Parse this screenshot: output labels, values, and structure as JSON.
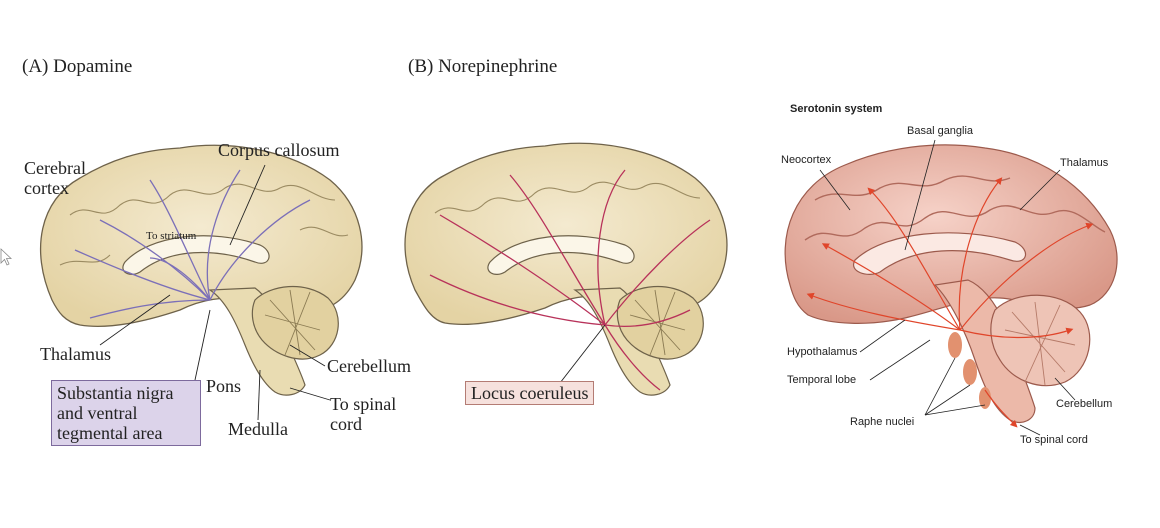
{
  "panel_a": {
    "title": "(A)  Dopamine",
    "labels": {
      "cerebral_cortex": "Cerebral cortex",
      "corpus_callosum": "Corpus callosum",
      "to_striatum": "To striatum",
      "thalamus": "Thalamus",
      "substantia_nigra": "Substantia nigra and ventral tegmental area",
      "pons": "Pons",
      "medulla": "Medulla",
      "cerebellum": "Cerebellum",
      "to_spinal_cord": "To spinal cord"
    },
    "pathway_color": "#7b6fb8",
    "box_color": "#dcd3ea"
  },
  "panel_b": {
    "title": "(B)  Norepinephrine",
    "labels": {
      "locus_coeruleus": "Locus coeruleus"
    },
    "pathway_color": "#b8325a",
    "box_color": "#f6e1dd"
  },
  "panel_c": {
    "title": "Serotonin system",
    "labels": {
      "basal_ganglia": "Basal ganglia",
      "neocortex": "Neocortex",
      "thalamus": "Thalamus",
      "hypothalamus": "Hypothalamus",
      "temporal_lobe": "Temporal lobe",
      "raphe_nuclei": "Raphe nuclei",
      "cerebellum": "Cerebellum",
      "to_spinal_cord": "To spinal cord"
    },
    "arrow_color": "#e0452a",
    "brain_color": "#e8b3a8"
  },
  "colors": {
    "brain_fill": "#efe3bd",
    "brain_stroke": "#6e624a"
  }
}
